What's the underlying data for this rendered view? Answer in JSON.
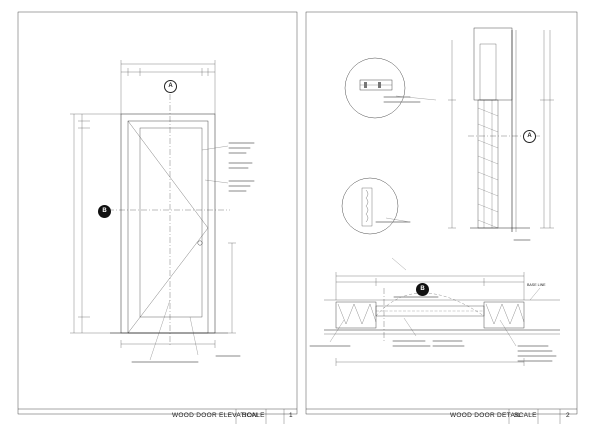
{
  "sheets": [
    {
      "title": "WOOD DOOR ELEVATION",
      "scale_label": "SCALE",
      "number": "1"
    },
    {
      "title": "WOOD DOOR DETAIL",
      "scale_label": "SCALE",
      "number": "2"
    }
  ],
  "section_markers": {
    "elevation_a": "A",
    "elevation_b": "B",
    "detail_a": "A",
    "detail_b": "B"
  },
  "labels": {
    "base_line": "BASE LINE"
  }
}
